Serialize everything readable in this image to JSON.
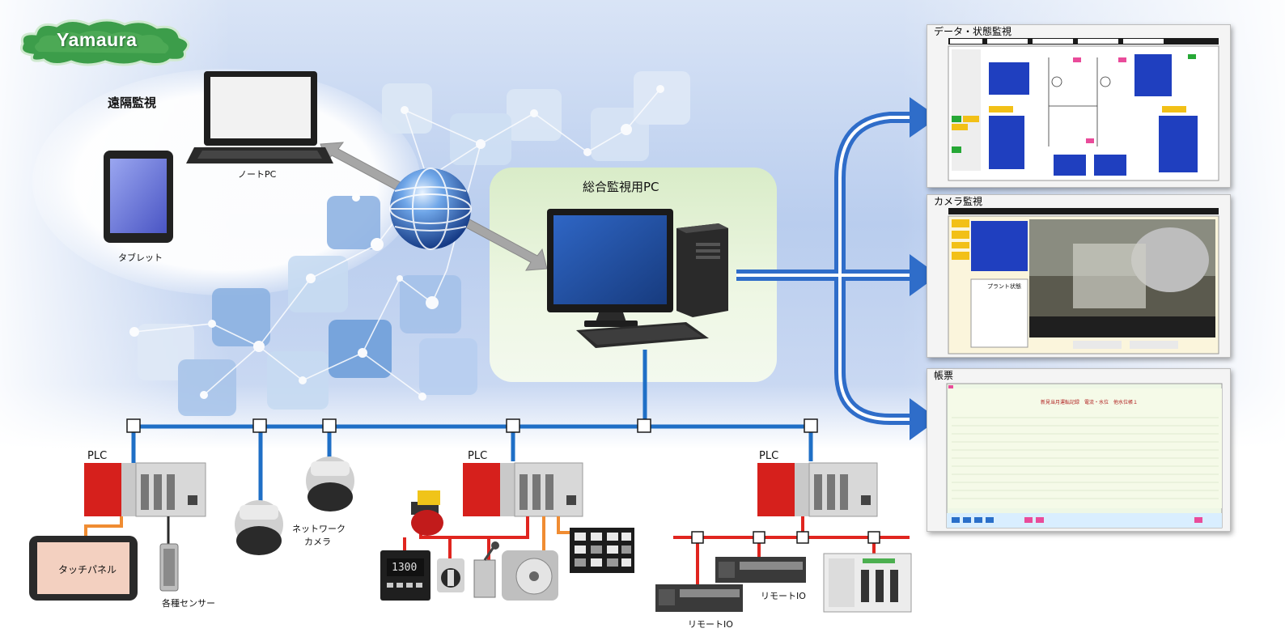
{
  "brand": {
    "name": "Yamaura"
  },
  "remote_section": {
    "title": "遠隔監視",
    "laptop_label": "ノートPC",
    "tablet_label": "タブレット"
  },
  "central": {
    "title": "総合監視用PC"
  },
  "screens": {
    "data_monitor": {
      "title": "データ・状態監視"
    },
    "camera_monitor": {
      "title": "カメラ監視",
      "plant_status_label": "プラント状態"
    },
    "report": {
      "title": "帳票",
      "header_text": "新見当月運転記録　電流・水位　他水位帳１"
    }
  },
  "devices": {
    "plc_left": "PLC",
    "plc_middle": "PLC",
    "plc_right": "PLC",
    "touch_panel": "タッチパネル",
    "sensors": "各種センサー",
    "network_camera_line1": "ネットワーク",
    "network_camera_line2": "カメラ",
    "remote_io_1": "リモートIO",
    "remote_io_2": "リモートIO",
    "temp_controller_display": "1300"
  },
  "colors": {
    "network_blue": "#1f6fc6",
    "arrow_blue": "#2f6dc9",
    "plc_red": "#d6201c",
    "io_line_red": "#e0251f",
    "touch_line_orange": "#f08c32"
  }
}
